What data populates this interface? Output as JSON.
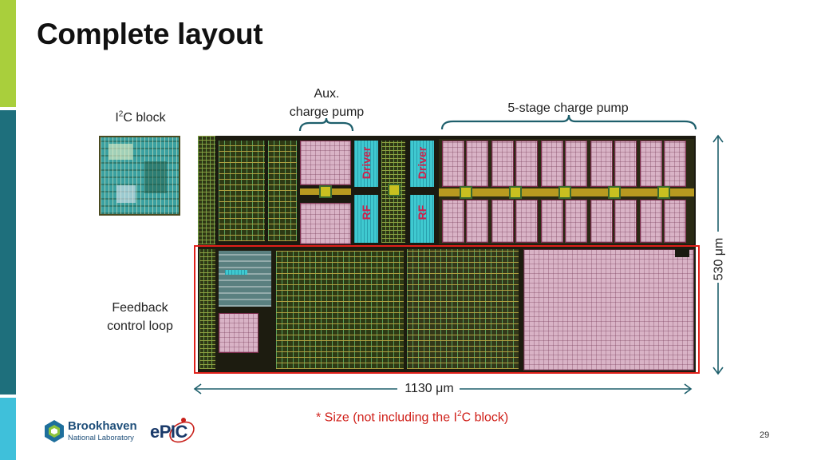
{
  "slide": {
    "title": "Complete layout",
    "page_number": "29",
    "accent_colors": {
      "lime": "#a9cf3c",
      "teal": "#1e6f7c",
      "cyan": "#3fc0da"
    }
  },
  "labels": {
    "aux_line1": "Aux.",
    "aux_line2": "charge pump",
    "five_stage": "5-stage charge pump",
    "i2c_prefix": "I",
    "i2c_sup": "2",
    "i2c_suffix": "C block",
    "feedback_line1": "Feedback",
    "feedback_line2": "control loop",
    "width_dim": "1130 μm",
    "height_dim": "530 μm",
    "driver_1": "Driver",
    "driver_2": "Driver",
    "rf_1": "RF",
    "rf_2": "RF"
  },
  "footnote": {
    "prefix": "* Size (not including the I",
    "sup": "2",
    "suffix": "C block)",
    "color": "#d0201a"
  },
  "logos": {
    "bnl_name": "Brookhaven",
    "bnl_sub": "National Laboratory",
    "epic": "ePIC"
  }
}
